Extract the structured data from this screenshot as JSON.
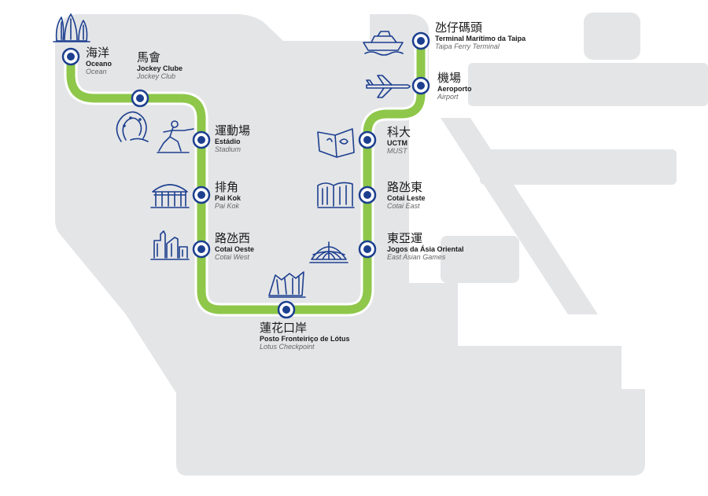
{
  "colors": {
    "land": "#e4e5e7",
    "line": "#8ec74a",
    "line_outline": "#ffffff",
    "station_fill": "#1c3f8f",
    "station_ring": "#ffffff",
    "icon_stroke": "#1c3f8f",
    "text_primary": "#1a1a1a",
    "text_secondary": "#666666"
  },
  "stations": [
    {
      "id": "oceano",
      "zh": "海洋",
      "pt": "Oceano",
      "en": "Ocean",
      "icon": "towers-icon"
    },
    {
      "id": "jockey",
      "zh": "馬會",
      "pt": "Jockey Clube",
      "en": "Jockey Club",
      "icon": "horseshoe-icon"
    },
    {
      "id": "estadio",
      "zh": "運動場",
      "pt": "Estádio",
      "en": "Stadium",
      "icon": "runner-icon"
    },
    {
      "id": "paikok",
      "zh": "排角",
      "pt": "Pai Kok",
      "en": "Pai Kok",
      "icon": "pavilion-icon"
    },
    {
      "id": "cotaioeste",
      "zh": "路氹西",
      "pt": "Cotai Oeste",
      "en": "Cotai West",
      "icon": "skyline-icon"
    },
    {
      "id": "lotus",
      "zh": "蓮花口岸",
      "pt": "Posto Fronteiriço de Lótus",
      "en": "Lotus Checkpoint",
      "icon": "checkpoint-building-icon"
    },
    {
      "id": "jogos",
      "zh": "東亞運",
      "pt": "Jogos da Ásia Oriental",
      "en": "East Asian Games",
      "icon": "dome-icon"
    },
    {
      "id": "cotaileste",
      "zh": "路氹東",
      "pt": "Cotai Leste",
      "en": "Cotai East",
      "icon": "wave-building-icon"
    },
    {
      "id": "uctm",
      "zh": "科大",
      "pt": "UCTM",
      "en": "MUST",
      "icon": "book-icon"
    },
    {
      "id": "aeroporto",
      "zh": "機場",
      "pt": "Aeroporto",
      "en": "Airport",
      "icon": "airplane-icon"
    },
    {
      "id": "ferry",
      "zh": "氹仔碼頭",
      "pt": "Terminal Marítimo da Taipa",
      "en": "Taipa Ferry Terminal",
      "icon": "ferry-icon"
    }
  ]
}
